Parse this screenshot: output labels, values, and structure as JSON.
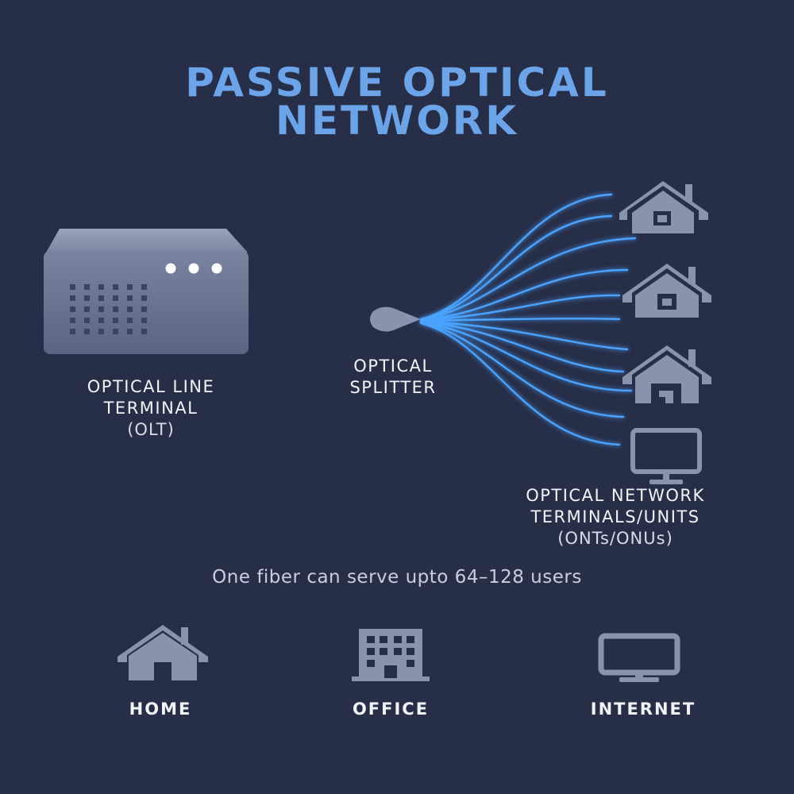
{
  "title": {
    "line1": "PASSIVE OPTICAL",
    "line2": "NETWORK"
  },
  "olt": {
    "line1": "OPTICAL LINE",
    "line2": "TERMINAL",
    "abbr": "(OLT)"
  },
  "splitter": {
    "line1": "OPTICAL",
    "line2": "SPLITTER"
  },
  "ont": {
    "line1": "OPTICAL NETWORK",
    "line2": "TERMINALS/UNITS",
    "abbr": "(ONTs/ONUs)"
  },
  "caption": "One fiber can serve upto 64–128 users",
  "legend": {
    "home": "HOME",
    "office": "OFFICE",
    "internet": "INTERNET"
  },
  "colors": {
    "background": "#272e48",
    "title": "#6ba4e8",
    "fiber": "#4aa3ff",
    "icon": "#8a93ad",
    "device": "#6a7390"
  },
  "icons": {
    "olt": "server-box-icon",
    "splitter": "splitter-icon",
    "endpoints": [
      "house-icon",
      "house-icon",
      "house-icon",
      "monitor-icon"
    ],
    "legend": [
      "house-icon",
      "office-building-icon",
      "monitor-icon"
    ]
  }
}
